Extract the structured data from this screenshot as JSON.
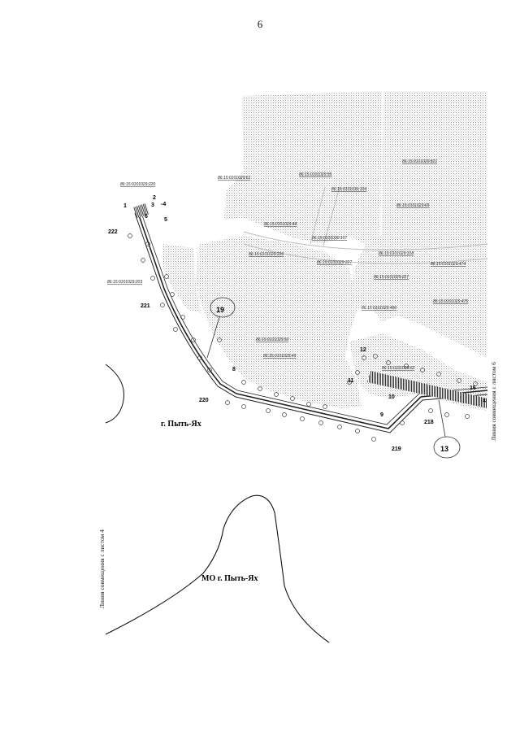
{
  "page": {
    "number": "6"
  },
  "map": {
    "city_label": "г. Пыть-Ях",
    "municipality_label": "МО г. Пыть-Ях",
    "junction_left": "Линия совмещения с листом 4",
    "junction_right": "Линия совмещения с листом 6",
    "callouts": [
      "19",
      "13"
    ],
    "points": [
      "222",
      "221",
      "220",
      "219",
      "218",
      "1",
      "2",
      "3",
      "-4",
      "5",
      "6",
      "8",
      "9",
      "10",
      "11",
      "12",
      "16",
      "4"
    ],
    "parcels": [
      "86:15:0101029:220",
      "86:15:0101029:61",
      "86:15:0101029:55",
      "86:15:0101029:821",
      "86:15:0101030:104",
      "86:15:0101029:69",
      "86:15:0101029:44",
      "86:15:0101030:107",
      "86:15:0101029:226",
      "86:15:0101029:227",
      "86:15:0101029:318",
      "86:15:0101029:474",
      "86:15:0101029:203",
      "86:15:0101029:227",
      "86:15:0101029:490",
      "86:15:0101029:476",
      "86:15:0101029:50",
      "86:15:0101029:49",
      "86:15:0101029:62"
    ]
  }
}
